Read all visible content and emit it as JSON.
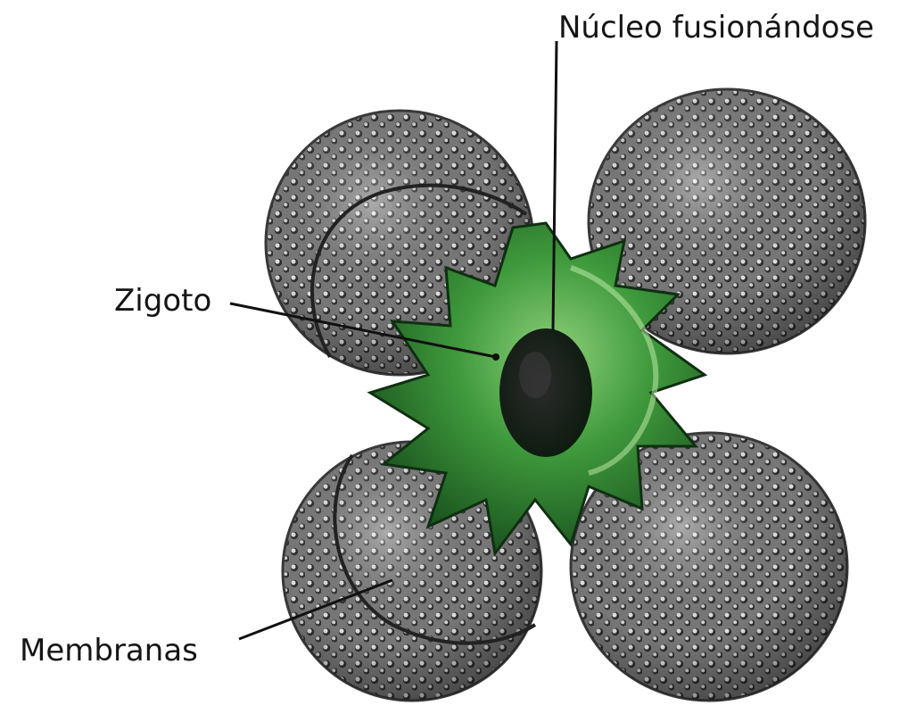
{
  "labels": {
    "nucleo": "Núcleo fusionándose",
    "zigoto": "Zigoto",
    "membranas": "Membranas"
  },
  "colors": {
    "zygote_green": "#3f9a3c",
    "zygote_dark": "#174d1c",
    "membrane_grey": "#7b7b7b",
    "pit_light": "#e8e8e8",
    "leader_line": "#111111"
  }
}
